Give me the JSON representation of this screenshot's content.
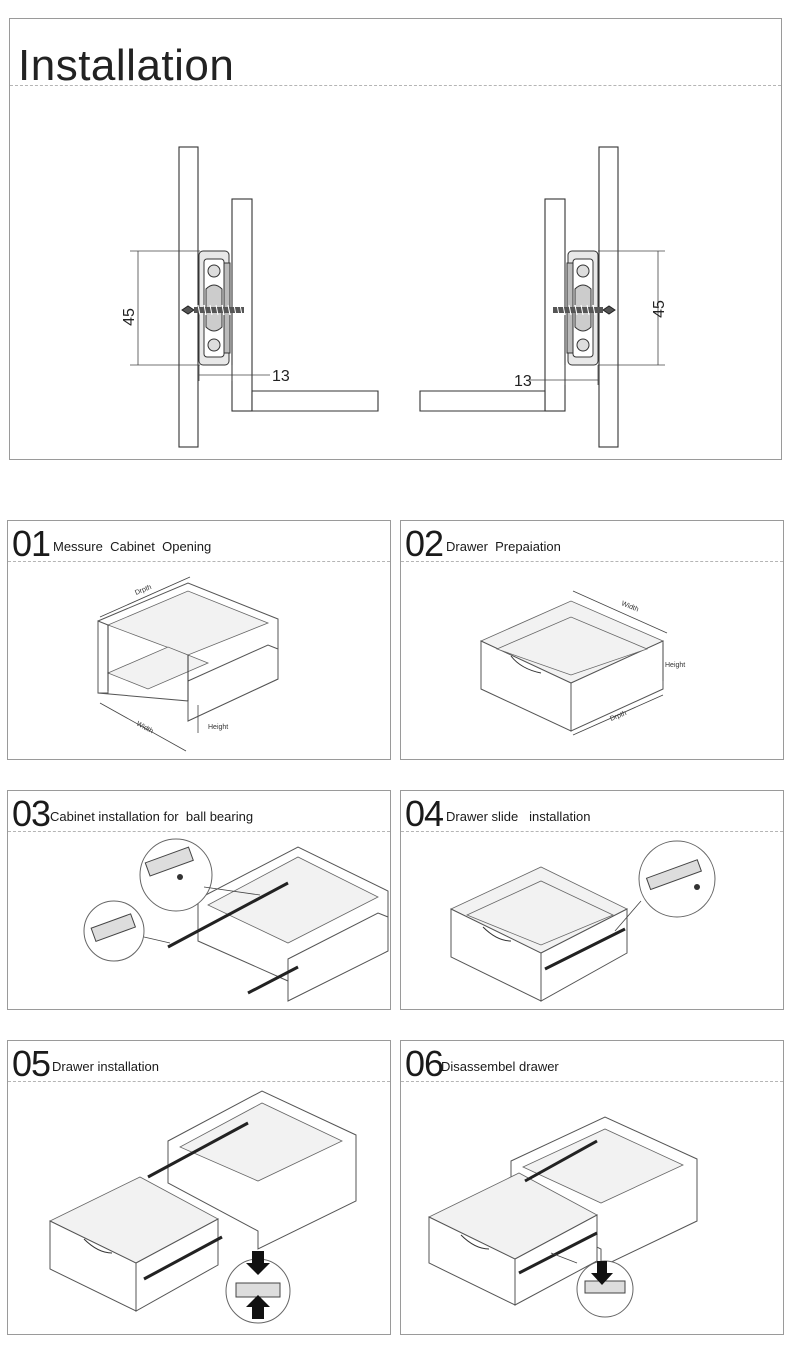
{
  "title": "Installation",
  "section_diagram": {
    "left_dimensions": {
      "height": "45",
      "gap": "13"
    },
    "right_dimensions": {
      "height": "45",
      "gap": "13"
    }
  },
  "steps": [
    {
      "number": "01",
      "label": "Messure  Cabinet  Opening",
      "annotations": {
        "depth": "Drpth",
        "width": "Width",
        "height": "Height"
      }
    },
    {
      "number": "02",
      "label": "Drawer  Prepaiation",
      "annotations": {
        "width": "Width",
        "height": "Height",
        "depth": "Drpth"
      }
    },
    {
      "number": "03",
      "label": "Cabinet installation for  ball bearing"
    },
    {
      "number": "04",
      "label": "Drawer slide   installation"
    },
    {
      "number": "05",
      "label": "Drawer installation"
    },
    {
      "number": "06",
      "label": "Disassembel drawer"
    }
  ]
}
